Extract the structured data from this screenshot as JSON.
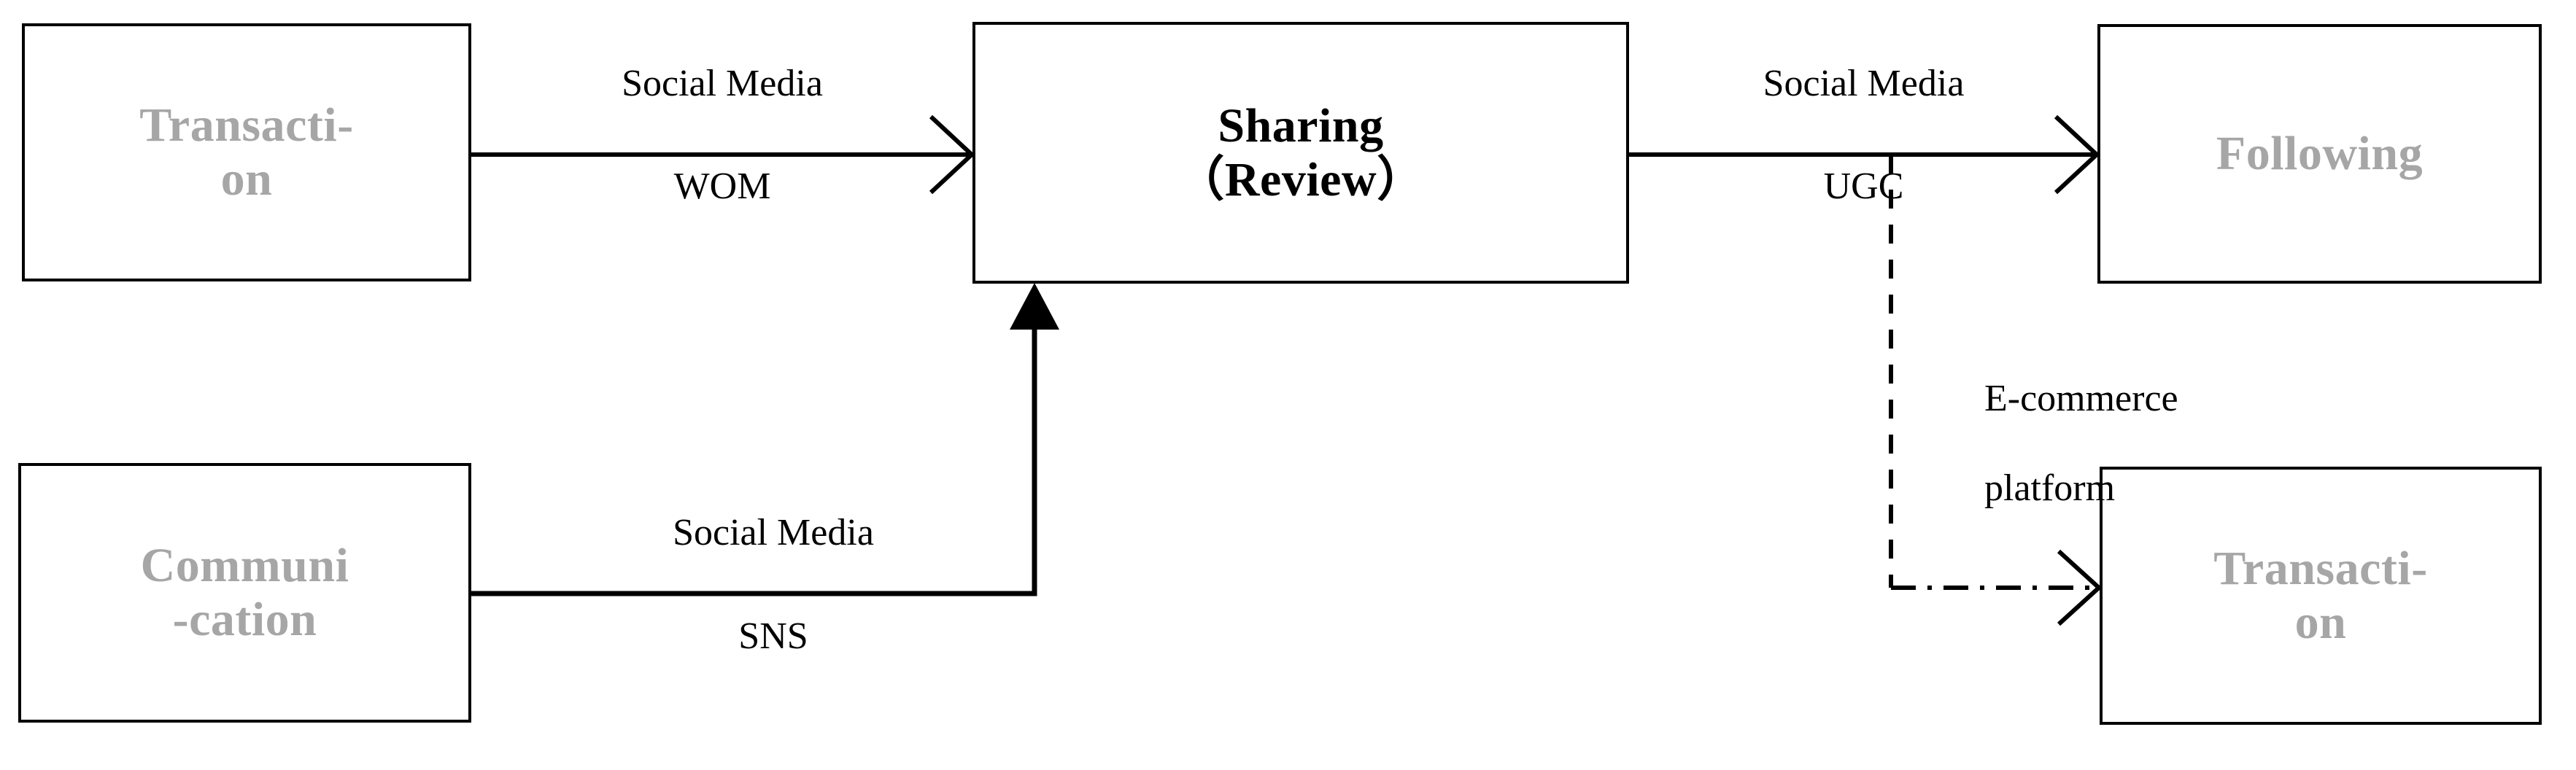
{
  "diagram": {
    "type": "flow-diagram",
    "title": "Social media driven transaction-sharing-following flow",
    "colors": {
      "node_text_muted": "#a6a6a6",
      "node_text_emphasis": "#000000",
      "node_border": "#000000",
      "edge_stroke": "#000000",
      "background": "#ffffff"
    },
    "nodes": [
      {
        "id": "transaction-top",
        "lines": [
          "Transacti-",
          "on"
        ],
        "line1": "Transacti-",
        "line2": "on",
        "emphasis": false
      },
      {
        "id": "sharing",
        "lines": [
          "Sharing",
          "（Review）"
        ],
        "line1": "Sharing",
        "line2": "（Review）",
        "emphasis": true
      },
      {
        "id": "following",
        "lines": [
          "Following"
        ],
        "line1": "Following",
        "line2": "",
        "emphasis": false
      },
      {
        "id": "communication",
        "lines": [
          "Communi",
          "-cation"
        ],
        "line1": "Communi",
        "line2": "-cation",
        "emphasis": false
      },
      {
        "id": "transaction-bottom",
        "lines": [
          "Transacti-",
          "on"
        ],
        "line1": "Transacti-",
        "line2": "on",
        "emphasis": false
      }
    ],
    "edges": [
      {
        "id": "transaction-to-sharing",
        "from": "transaction-top",
        "to": "sharing",
        "style": "solid",
        "arrowhead": "open-v",
        "label_above": "Social Media",
        "label_below": "WOM"
      },
      {
        "id": "sharing-to-following",
        "from": "sharing",
        "to": "following",
        "style": "solid",
        "arrowhead": "open-v",
        "label_above": "Social Media",
        "label_below": "UGC"
      },
      {
        "id": "communication-to-sharing",
        "from": "communication",
        "to": "sharing",
        "style": "solid",
        "arrowhead": "filled-triangle",
        "label_above": "Social Media",
        "label_below": "SNS"
      },
      {
        "id": "sharing-to-transaction-bottom",
        "from": "sharing-to-following-midpoint",
        "to": "transaction-bottom",
        "style": "dashed-dotted",
        "arrowhead": "open-v",
        "label_above": "",
        "label_below": ""
      }
    ],
    "edge_labels": {
      "social_media_1": "Social Media",
      "wom": "WOM",
      "social_media_2": "Social Media",
      "ugc": "UGC",
      "social_media_3": "Social Media",
      "sns": "SNS",
      "ecommerce_line1": "E-commerce",
      "ecommerce_line2": "platform"
    }
  }
}
